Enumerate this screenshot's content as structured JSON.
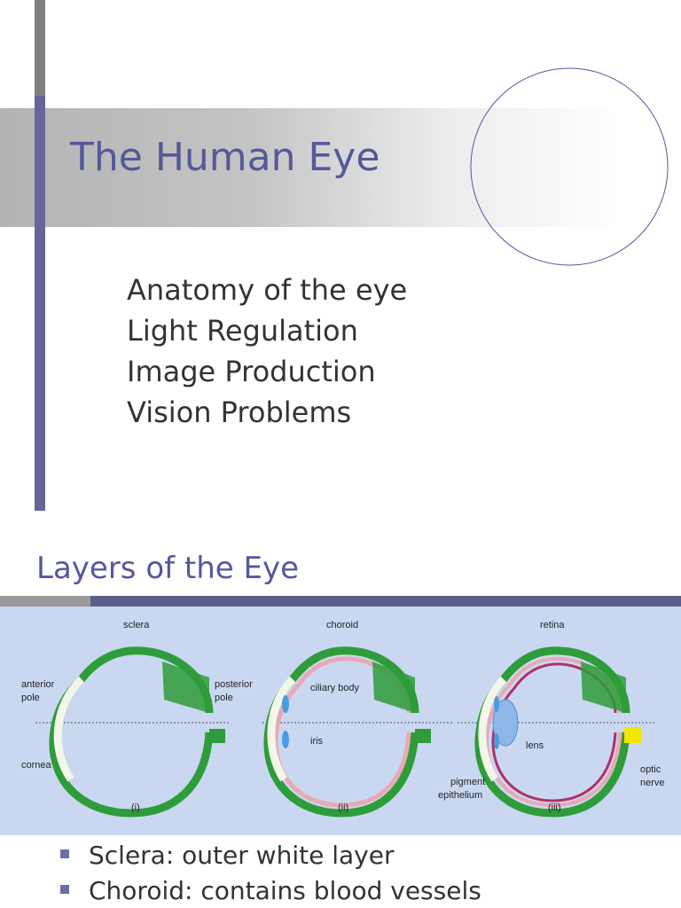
{
  "slide1": {
    "title": "The Human Eye",
    "agenda": [
      "Anatomy of the eye",
      "Light Regulation",
      "Image Production",
      "Vision Problems"
    ]
  },
  "slide2": {
    "title": "Layers of the Eye",
    "diagram": {
      "panel_i": {
        "caption": "(i)",
        "labels": {
          "sclera": "sclera",
          "anterior": "anterior",
          "pole": "pole",
          "posterior": "posterior",
          "posterior_pole": "pole",
          "cornea": "cornea"
        }
      },
      "panel_ii": {
        "caption": "(ii)",
        "labels": {
          "choroid": "choroid",
          "ciliary": "ciliary body",
          "iris": "iris"
        }
      },
      "panel_iii": {
        "caption": "(iii)",
        "labels": {
          "retina": "retina",
          "lens": "lens",
          "pigment": "pigment",
          "epithelium": "epithelium",
          "optic": "optic",
          "nerve": "nerve"
        }
      }
    },
    "bullets": [
      "Sclera: outer white layer",
      "Choroid: contains blood vessels"
    ]
  },
  "colors": {
    "accent": "#666699",
    "title": "#55589a",
    "sclera": "#2e9c3a",
    "choroid": "#e8a9b4",
    "retina": "#b0306a",
    "optic_nerve": "#f2e600",
    "lens": "#8fb6e8",
    "diagram_bg": "#c9d8f0"
  }
}
